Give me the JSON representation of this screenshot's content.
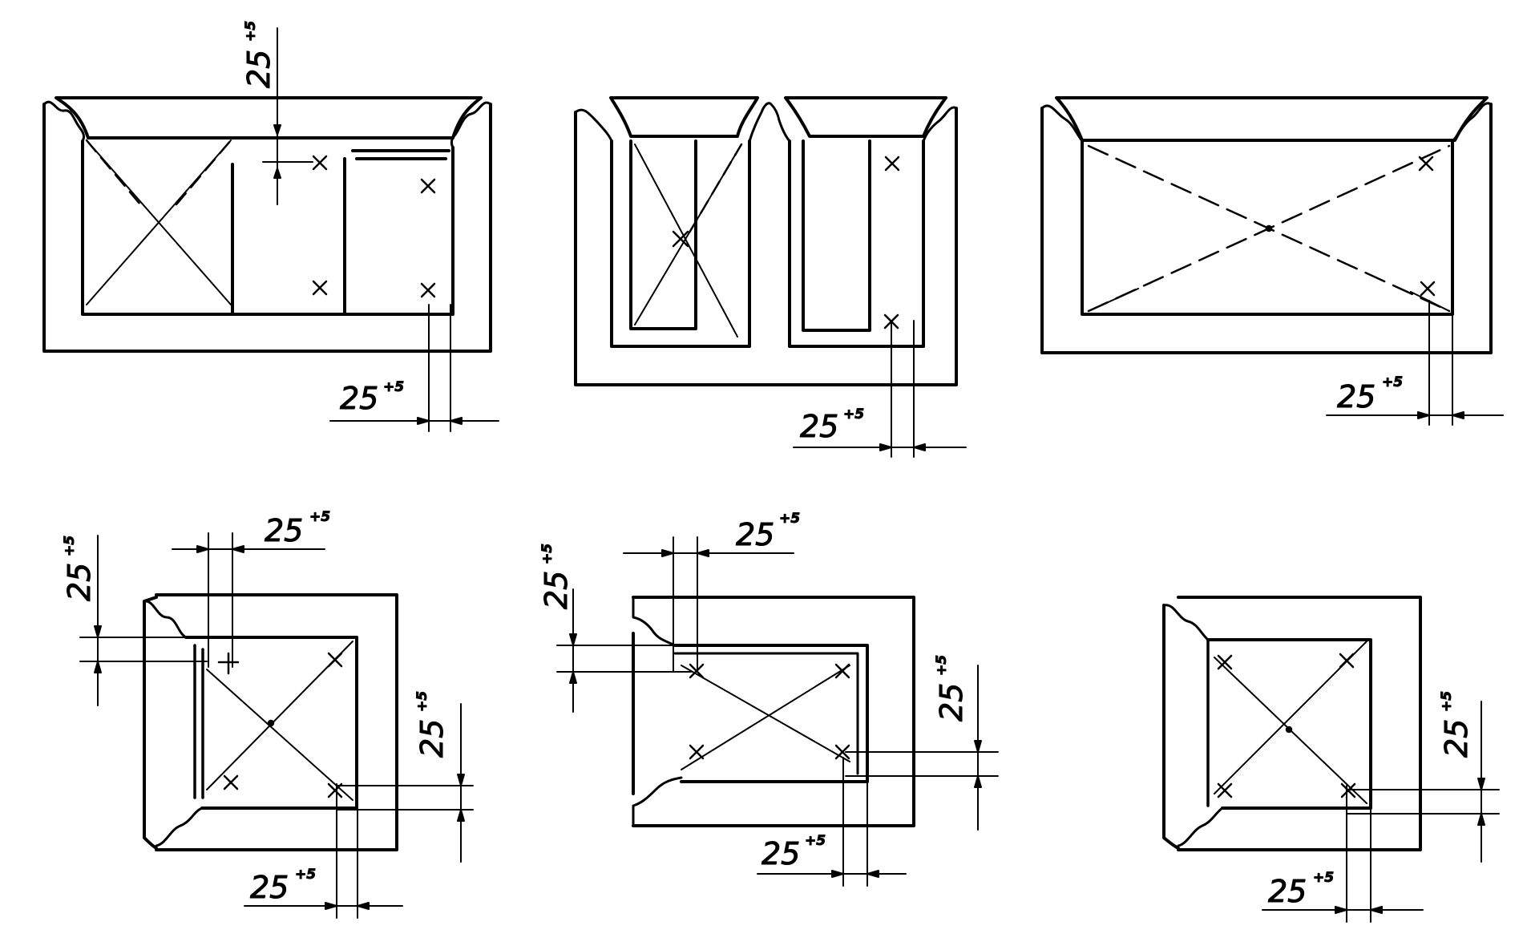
{
  "diagram": {
    "colors": {
      "ink": "#000000",
      "paper": "#ffffff"
    },
    "dimension_label": {
      "value": "25",
      "tolerance": "+5"
    },
    "panels": [
      {
        "id": "panel-1",
        "dimensions": [
          "25 +5",
          "25 +5"
        ]
      },
      {
        "id": "panel-2",
        "dimensions": [
          "25 +5"
        ]
      },
      {
        "id": "panel-3",
        "dimensions": [
          "25 +5"
        ]
      },
      {
        "id": "panel-4",
        "dimensions": [
          "25 +5",
          "25 +5",
          "25 +5",
          "25 +5"
        ]
      },
      {
        "id": "panel-5",
        "dimensions": [
          "25 +5",
          "25 +5",
          "25 +5",
          "25 +5"
        ]
      },
      {
        "id": "panel-6",
        "dimensions": [
          "25 +5",
          "25 +5"
        ]
      }
    ]
  }
}
